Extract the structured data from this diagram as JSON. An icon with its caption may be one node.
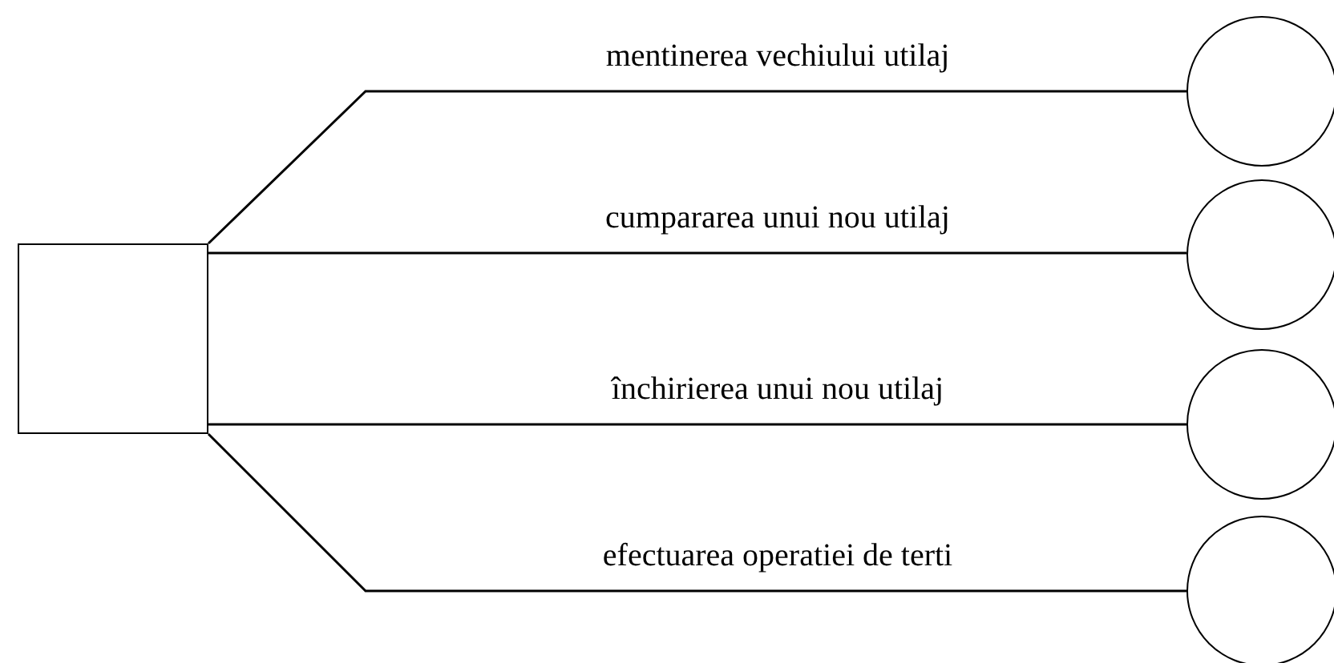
{
  "diagram": {
    "nodes": [
      {
        "text": [],
        "shape": "box"
      },
      {
        "text": [],
        "shape": "circle"
      },
      {
        "text": [],
        "shape": "circle"
      },
      {
        "text": [],
        "shape": "circle"
      },
      {
        "text": [],
        "shape": "circle"
      }
    ],
    "edges": [
      {
        "from": 0,
        "to": 1,
        "arrow": "none",
        "label": "mentinerea vechiului utilaj"
      },
      {
        "from": 0,
        "to": 2,
        "arrow": "none",
        "label": "cumpararea unui nou utilaj"
      },
      {
        "from": 0,
        "to": 3,
        "arrow": "none",
        "label": "închirierea unui nou utilaj"
      },
      {
        "from": 0,
        "to": 4,
        "arrow": "none",
        "label": "efectuarea operatiei de terti"
      }
    ]
  }
}
